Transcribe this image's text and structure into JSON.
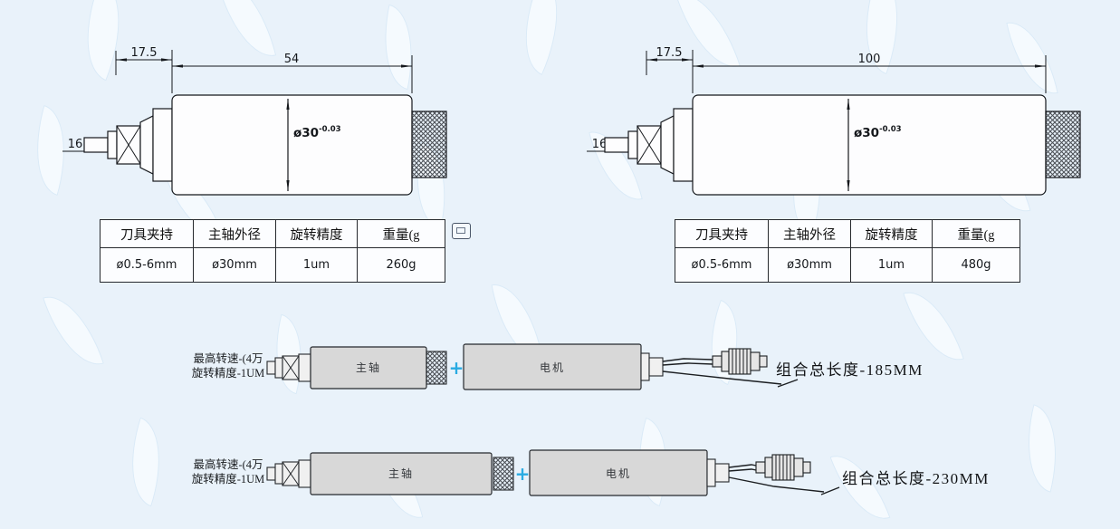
{
  "drawings": {
    "left": {
      "dim_nose": "17.5",
      "dim_body": "54",
      "dim_shaft": "16",
      "diameter": "ø30",
      "tolerance": "-0.03"
    },
    "right": {
      "dim_nose": "17.5",
      "dim_body": "100",
      "dim_shaft": "16",
      "diameter": "ø30",
      "tolerance": "-0.03"
    }
  },
  "tables": {
    "left": {
      "headers": [
        "刀具夹持",
        "主轴外径",
        "旋转精度",
        "重量(g"
      ],
      "values": [
        "ø0.5-6mm",
        "ø30mm",
        "1um",
        "260g"
      ]
    },
    "right": {
      "headers": [
        "刀具夹持",
        "主轴外径",
        "旋转精度",
        "重量(g"
      ],
      "values": [
        "ø0.5-6mm",
        "ø30mm",
        "1um",
        "480g"
      ]
    }
  },
  "assemblies": [
    {
      "spec_line1": "最高转速-(4万",
      "spec_line2": "旋转精度-1UM",
      "spindle_label": "主轴",
      "plus_sign": "+",
      "motor_label": "电机",
      "total_length": "组合总长度-185MM"
    },
    {
      "spec_line1": "最高转速-(4万",
      "spec_line2": "旋转精度-1UM",
      "spindle_label": "主轴",
      "plus_sign": "+",
      "motor_label": "电机",
      "total_length": "组合总长度-230MM"
    }
  ],
  "colors": {
    "plus": "#29abe2",
    "background": "#e9f2fa"
  }
}
